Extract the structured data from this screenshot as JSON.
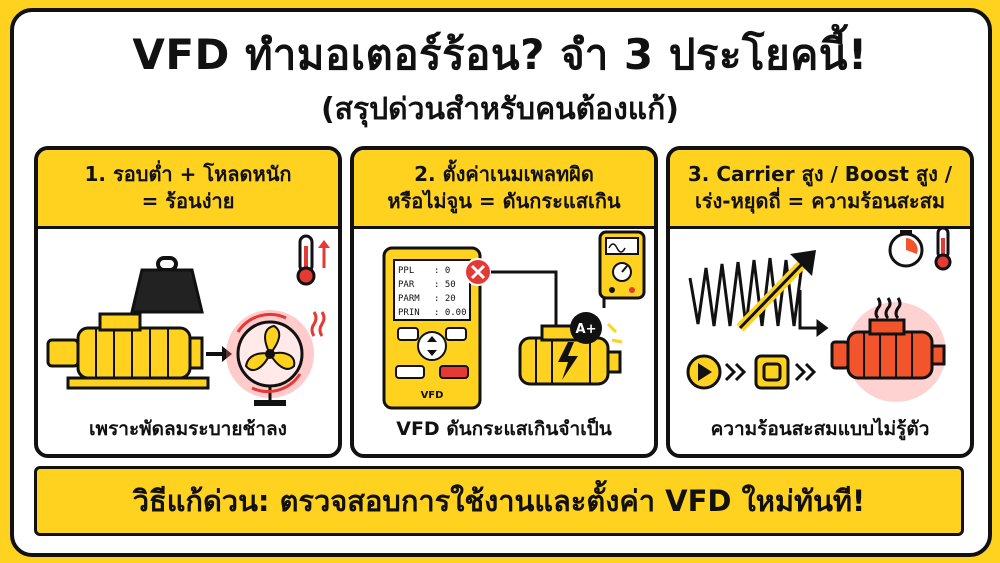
{
  "title": "VFD ทำมอเตอร์ร้อน? จำ 3 ประโยคนี้!",
  "subtitle": "(สรุปด่วนสำหรับคนต้องแก้)",
  "panels": [
    {
      "head_line1": "1. รอบต่ำ + โหลดหนัก",
      "head_line2": "= ร้อนง่าย",
      "caption": "เพราะพัดลมระบายช้าลง"
    },
    {
      "head_line1": "2. ตั้งค่าเนมเพลทผิด",
      "head_line2": "หรือไม่จูน = ดันกระแสเกิน",
      "caption": "VFD ดันกระแสเกินจำเป็น"
    },
    {
      "head_line1": "3. Carrier สูง / Boost สูง /",
      "head_line2": "เร่ง-หยุดถี่ = ความร้อนสะสม",
      "caption": "ความร้อนสะสมแบบไม่รู้ตัว"
    }
  ],
  "vfd_panel": {
    "params": [
      {
        "key": "PPL",
        "value": ": 0"
      },
      {
        "key": "PAR",
        "value": ": 50"
      },
      {
        "key": "PARM",
        "value": ": 20"
      },
      {
        "key": "PRIN",
        "value": ": 0.00"
      }
    ],
    "label": "VFD"
  },
  "amp_badge": "A+",
  "bottom": "วิธีแก้ด่วน: ตรวจสอบการใช้งานและตั้งค่า VFD ใหม่ทันที!",
  "colors": {
    "accent": "#FFD21F",
    "ink": "#111111",
    "hot": "#F2552C",
    "alert": "#E53935"
  }
}
